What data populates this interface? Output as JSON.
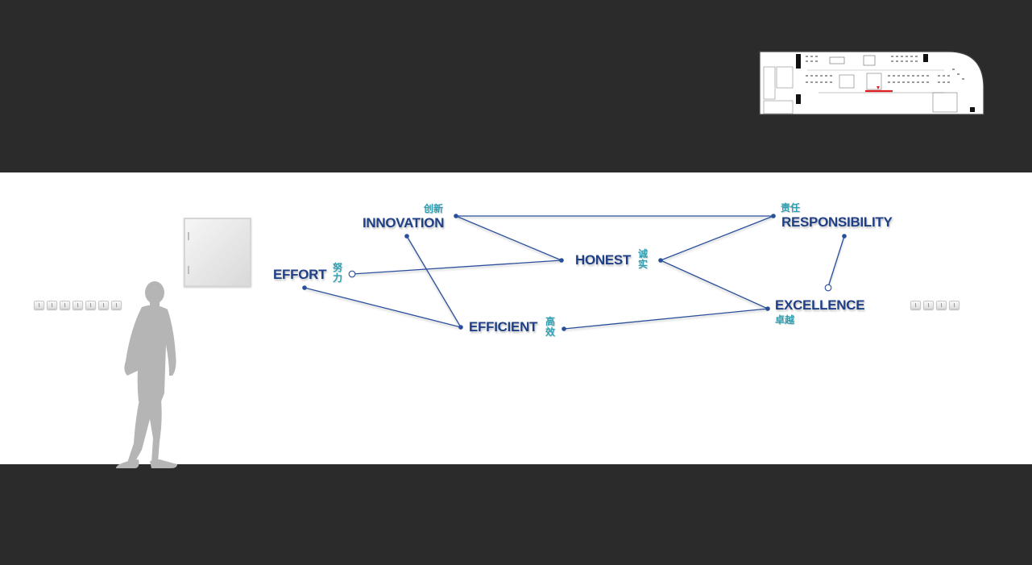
{
  "values_wall": {
    "words": {
      "innovation": {
        "en": "INNOVATION",
        "cn": "创新"
      },
      "responsibility": {
        "en": "RESPONSIBILITY",
        "cn": "责任"
      },
      "honest": {
        "en": "HONEST",
        "cn": "诚实"
      },
      "effort": {
        "en": "EFFORT",
        "cn": "努力"
      },
      "efficient": {
        "en": "EFFICIENT",
        "cn": "高效"
      },
      "excellence": {
        "en": "EXCELLENCE",
        "cn": "卓越"
      }
    },
    "colors": {
      "english_text": "#1f3f86",
      "chinese_text": "#2f9fb1",
      "connector": "#2a4f9a",
      "wall": "#ffffff",
      "band": "#2b2b2b",
      "silhouette": "#b5b5b5",
      "floorplan_marker": "#e02020"
    },
    "icons": {
      "person": "person-silhouette-icon",
      "floorplan": "floorplan-thumbnail-icon",
      "panel": "wall-panel-icon",
      "switch": "light-switch-icon"
    },
    "switches_left_count": 7,
    "switches_right_count": 4
  }
}
